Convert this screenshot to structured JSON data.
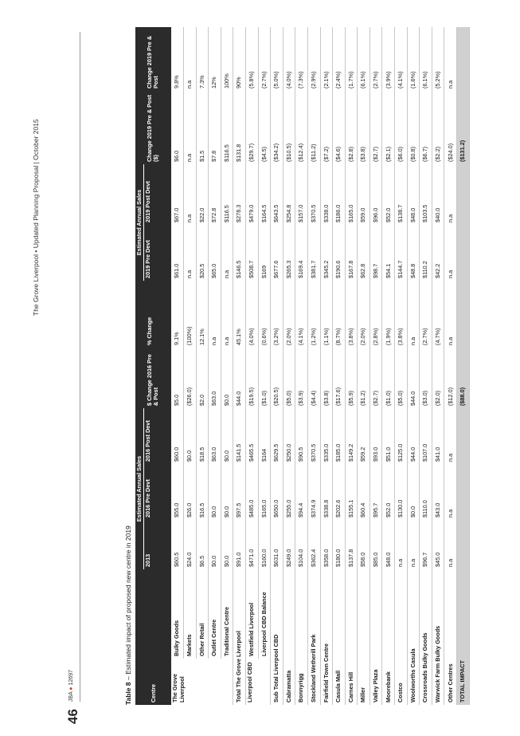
{
  "header": {
    "doc_title": "The Grove Liverpool",
    "doc_subtitle": "Updated Planning Proposal | October 2015",
    "page_number": "46",
    "brand": "JBA",
    "ref": "12697"
  },
  "table": {
    "title_prefix": "Table 8",
    "title_text": "– Estimated impact of proposed new centre in 2019",
    "col_groups": {
      "centre": "Centre",
      "sales_2016": "Estimated Annual Sales",
      "sales_2019": "Estimated Annual Sales"
    },
    "columns": {
      "c2013": "2013",
      "c2016_pre": "2016 Pre Devt",
      "c2016_post": "2016 Post Devt",
      "change_2016": "$ Change 2016 Pre & Post",
      "pct_change": "% Change",
      "c2019_pre": "2019 Pre Devt",
      "c2019_post": "2019 Post Devt",
      "change_2019": "Change 2019 Pre & Post ($)",
      "change_2019_pct": "Change 2019 Pre & Post"
    },
    "rows": [
      {
        "centre": "The Grove Liverpool",
        "sub": "Bulky Goods",
        "v": [
          "$60.5",
          "$55.0",
          "$60.0",
          "$5.0",
          "9.1%",
          "$61.0",
          "$67.0",
          "$6.0",
          "9.8%"
        ]
      },
      {
        "centre": "",
        "sub": "Markets",
        "v": [
          "$24.0",
          "$26.0",
          "$0.0",
          "($26.0)",
          "(100%)",
          "n.a",
          "n.a",
          "n.a",
          "n.a"
        ]
      },
      {
        "centre": "",
        "sub": "Other Retail",
        "v": [
          "$6.5",
          "$16.5",
          "$18.5",
          "$2.0",
          "12.1%",
          "$20.5",
          "$22.0",
          "$1.5",
          "7.3%"
        ]
      },
      {
        "centre": "",
        "sub": "Outlet Centre",
        "v": [
          "$0.0",
          "$0.0",
          "$63.0",
          "$63.0",
          "n.a",
          "$65.0",
          "$72.8",
          "$7.8",
          "12%"
        ]
      },
      {
        "centre": "",
        "sub": "Traditional Centre",
        "v": [
          "$0.0",
          "$0.0",
          "$0.0",
          "$0.0",
          "n.a",
          "n.a",
          "$116.5",
          "$116.5",
          "100%"
        ]
      },
      {
        "centre": "Total The Grove Liverpool",
        "sub": "",
        "v": [
          "$91.0",
          "$97.5",
          "$141.5",
          "$44.0",
          "45.1%",
          "$146.5",
          "$278.3",
          "$131.8",
          "90%"
        ]
      },
      {
        "centre": "Liverpool CBD",
        "sub": "Westfield Liverpool",
        "v": [
          "$471.0",
          "$485.0",
          "$465.5",
          "($19.5)",
          "(4.0%)",
          "$508.7",
          "$479.0",
          "($29.7)",
          "(5.8%)"
        ]
      },
      {
        "centre": "",
        "sub": "Liverpool CBD Balance",
        "v": [
          "$160.0",
          "$165.0",
          "$164",
          "($1.0)",
          "(0.6%)",
          "$169",
          "$164.5",
          "($4.5)",
          "(2.7%)"
        ]
      },
      {
        "centre": "Sub Total Liverpool CBD",
        "sub": "",
        "v": [
          "$631.0",
          "$650.0",
          "$629.5",
          "($20.5)",
          "(3.2%)",
          "$677.6",
          "$643.5",
          "($34.2)",
          "(5.0%)"
        ]
      },
      {
        "centre": "Cabramatta",
        "sub": "",
        "v": [
          "$249.0",
          "$255.0",
          "$250.0",
          "($5.0)",
          "(2.0%)",
          "$265.3",
          "$254.8",
          "($10.5)",
          "(4.0%)"
        ]
      },
      {
        "centre": "Bonnyrigg",
        "sub": "",
        "v": [
          "$104.0",
          "$94.4",
          "$90.5",
          "($3.9)",
          "(4.1%)",
          "$169.4",
          "$157.0",
          "($12.4)",
          "(7.3%)"
        ]
      },
      {
        "centre": "Stockland Wetherill Park",
        "sub": "",
        "v": [
          "$362.4",
          "$374.9",
          "$370.5",
          "($4.4)",
          "(1.2%)",
          "$381.7",
          "$370.5",
          "($11.2)",
          "(2.9%)"
        ]
      },
      {
        "centre": "Fairfield Town Centre",
        "sub": "",
        "v": [
          "$358.0",
          "$338.8",
          "$335.0",
          "($3.8)",
          "(1.1%)",
          "$345.2",
          "$338.0",
          "($7.2)",
          "(2.1%)"
        ]
      },
      {
        "centre": "Casula Mall",
        "sub": "",
        "v": [
          "$180.0",
          "$202.6",
          "$185.0",
          "($17.6)",
          "(8.7%)",
          "$190.6",
          "$186.0",
          "($4.6)",
          "(2.4%)"
        ]
      },
      {
        "centre": "Carnes Hill",
        "sub": "",
        "v": [
          "$137.8",
          "$155.1",
          "$149.2",
          "($5.9)",
          "(3.8%)",
          "$167.8",
          "$165.0",
          "($2.8)",
          "(1.7%)"
        ]
      },
      {
        "centre": "Miller",
        "sub": "",
        "v": [
          "$58.0",
          "$60.4",
          "$59.2",
          "($1.2)",
          "(2.0%)",
          "$62.8",
          "$59.0",
          "($3.8)",
          "(6.1%)"
        ]
      },
      {
        "centre": "Valley Plaza",
        "sub": "",
        "v": [
          "$85.0",
          "$95.7",
          "$93.0",
          "($2.7)",
          "(2.8%)",
          "$98.7",
          "$96.0",
          "($2.7)",
          "(2.7%)"
        ]
      },
      {
        "centre": "Moorebank",
        "sub": "",
        "v": [
          "$48.0",
          "$52.0",
          "$51.0",
          "($1.0)",
          "(1.9%)",
          "$54.1",
          "$52.0",
          "($2.1)",
          "(3.9%)"
        ]
      },
      {
        "centre": "Costco",
        "sub": "",
        "v": [
          "n.a",
          "$130.0",
          "$125.0",
          "($5.0)",
          "(3.8%)",
          "$144.7",
          "$138.7",
          "($6.0)",
          "(4.1%)"
        ]
      },
      {
        "centre": "Woolworths Casula",
        "sub": "",
        "v": [
          "n.a",
          "$0.0",
          "$44.0",
          "$44.0",
          "n.a",
          "$48.8",
          "$48.0",
          "($0.8)",
          "(1.6%)"
        ]
      },
      {
        "centre": "Crossroads Bulky Goods",
        "sub": "",
        "v": [
          "$96.7",
          "$110.0",
          "$107.0",
          "($3.0)",
          "(2.7%)",
          "$110.2",
          "$103.5",
          "($6.7)",
          "(6.1%)"
        ]
      },
      {
        "centre": "Warwick Farm Bulky Goods",
        "sub": "",
        "v": [
          "$45.0",
          "$43.0",
          "$41.0",
          "($2.0)",
          "(4.7%)",
          "$42.2",
          "$40.0",
          "($2.2)",
          "(5.2%)"
        ]
      },
      {
        "centre": "Other Centres",
        "sub": "",
        "v": [
          "n.a",
          "n.a",
          "n.a",
          "($12.0)",
          "n.a",
          "n.a",
          "n.a",
          "($24.0)",
          "n.a"
        ]
      }
    ],
    "total": {
      "label": "TOTAL IMPACT",
      "change_2016": "($88.0)",
      "change_2019": "($131.2)"
    }
  },
  "colors": {
    "header_bg": "#2b2b2b",
    "total_bg": "#d0d0d0",
    "brand_dot": "#e0301e"
  }
}
